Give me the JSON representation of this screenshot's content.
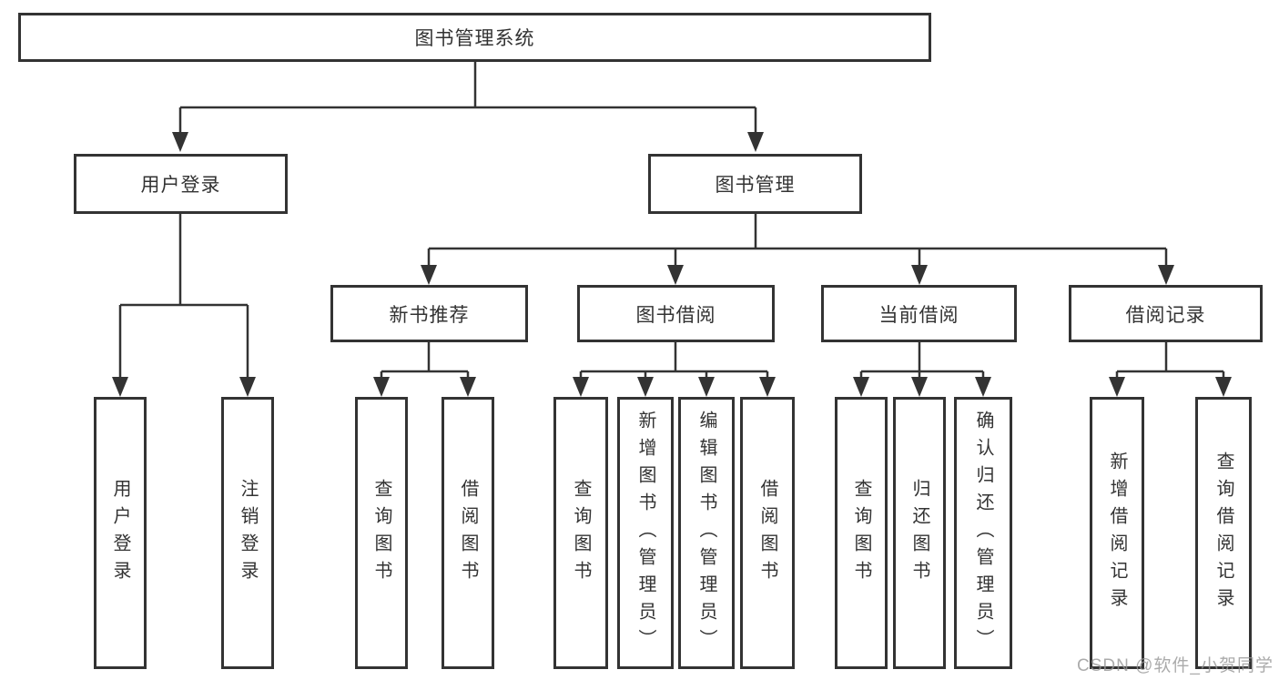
{
  "page": {
    "background": "#ffffff",
    "colors": {
      "line": "#333333",
      "box_border": "#333333",
      "box_fill": "#ffffff",
      "text": "#333333",
      "watermark": "#969696"
    },
    "watermark": {
      "text": "CSDN @软件_小贺同学"
    }
  },
  "tree": {
    "label": "图书管理系统",
    "children": [
      {
        "label": "用户登录",
        "children": [
          {
            "label": "用户登录"
          },
          {
            "label": "注销登录"
          }
        ]
      },
      {
        "label": "图书管理",
        "children": [
          {
            "label": "新书推荐",
            "children": [
              {
                "label": "查询图书"
              },
              {
                "label": "借阅图书"
              }
            ]
          },
          {
            "label": "图书借阅",
            "children": [
              {
                "label": "查询图书"
              },
              {
                "label": "新增图书（管理员）"
              },
              {
                "label": "编辑图书（管理员）"
              },
              {
                "label": "借阅图书"
              }
            ]
          },
          {
            "label": "当前借阅",
            "children": [
              {
                "label": "查询图书"
              },
              {
                "label": "归还图书"
              },
              {
                "label": "确认归还（管理员）"
              }
            ]
          },
          {
            "label": "借阅记录",
            "children": [
              {
                "label": "新增借阅记录"
              },
              {
                "label": "查询借阅记录"
              }
            ]
          }
        ]
      }
    ]
  }
}
